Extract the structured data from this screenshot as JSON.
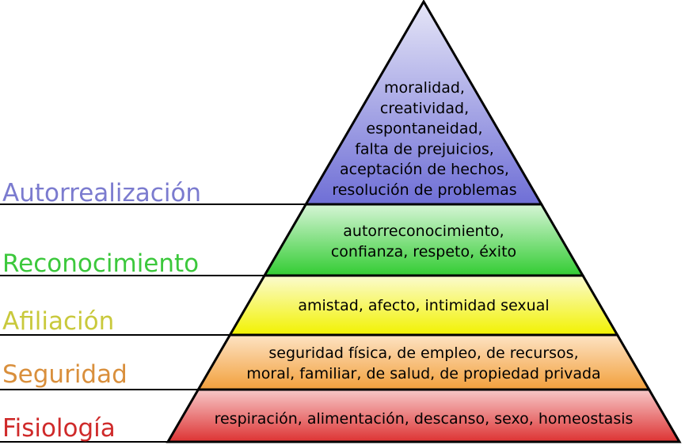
{
  "levels": [
    {
      "label": "Autorrealización",
      "label_color": "#7b7bcf",
      "fill_top": "#e6e6f7",
      "fill_bottom": "#6f6fd6",
      "lines": [
        "moralidad,",
        "creatividad,",
        "espontaneidad,",
        "falta de prejuicios,",
        "aceptación de hechos,",
        "resolución de problemas"
      ]
    },
    {
      "label": "Reconocimiento",
      "label_color": "#3cc83c",
      "fill_top": "#d6f5d6",
      "fill_bottom": "#33cc33",
      "lines": [
        "autorreconocimiento,",
        "confianza, respeto, éxito"
      ]
    },
    {
      "label": "Afiliación",
      "label_color": "#c9c93c",
      "fill_top": "#fbfbd0",
      "fill_bottom": "#f2f200",
      "lines": [
        "amistad, afecto, intimidad sexual"
      ]
    },
    {
      "label": "Seguridad",
      "label_color": "#d98f3c",
      "fill_top": "#fde3c4",
      "fill_bottom": "#f2a03c",
      "lines": [
        "seguridad física, de empleo, de recursos,",
        "moral, familiar, de salud, de propiedad privada"
      ]
    },
    {
      "label": "Fisiología",
      "label_color": "#cf2a2a",
      "fill_top": "#f7c8c8",
      "fill_bottom": "#dd3333",
      "lines": [
        "respiración, alimentación, descanso, sexo, homeostasis"
      ]
    }
  ]
}
